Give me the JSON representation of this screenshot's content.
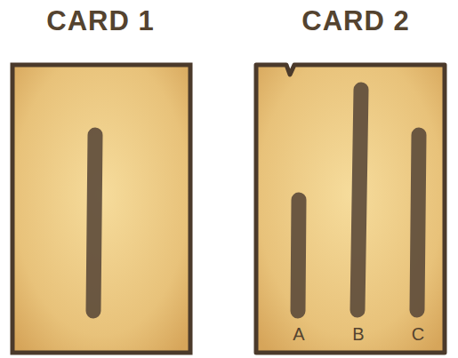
{
  "diagram": {
    "nodes": [
      {
        "text": [
          "CARD 1"
        ]
      },
      {
        "text": [
          "CARD 2",
          "A",
          "B",
          "C"
        ]
      }
    ]
  }
}
